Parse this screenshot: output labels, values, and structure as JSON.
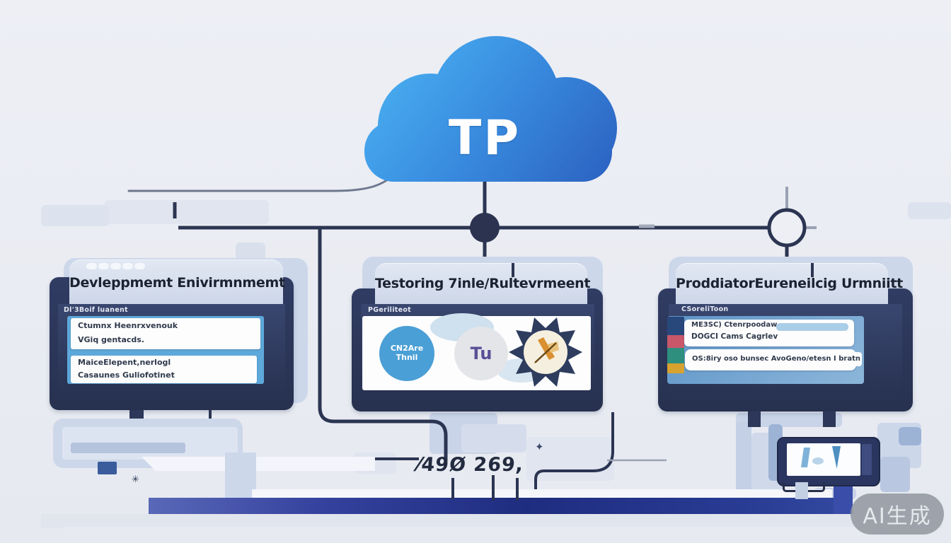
{
  "colors": {
    "background": "#e9ecf2",
    "cloud_top": "#45aaf0",
    "cloud_bottom": "#2d6cc9",
    "monitor_frame": "#2b3557",
    "header_light": "#ccd6e9",
    "accent_sky_blue": "#5ea9db",
    "connector_dark": "#2b3552",
    "bottom_bar_blue": "#1f2d80",
    "watermark_gray": "#969ba1"
  },
  "cloud": {
    "label": "TP"
  },
  "connector_number": "⁄49Ø 269,",
  "watermark": "AI生成",
  "icons": {
    "sparkle": "✦",
    "asterisk": "✳"
  },
  "panels": [
    {
      "title": "Devleppmemt Enivirmnmemt",
      "screen_label": "Dl'3Boif luanent",
      "cards": [
        {
          "lines": [
            "Ctumnx Heenrxvenouk",
            "VGiq gentacds."
          ]
        },
        {
          "lines": [
            "MaiceElepent,nerlogl",
            "Casaunes Guliofotinet"
          ]
        }
      ]
    },
    {
      "title": "Testoring 7inle/Rultevrmeent",
      "screen_label": "PGeriliteot",
      "badges": {
        "badge1_line1": "CN2Are",
        "badge1_line2": "Thnil",
        "badge2": "Tu"
      }
    },
    {
      "title": "ProddiatorEureneilcig Urmniitt",
      "screen_label": "CSoreliToon",
      "rows": [
        "ME3SC) Ctenrpoodaw",
        "DOGCI Cams Cagrlev",
        "OS:8iry oso bunsec AvoGeno/etesn I bratn"
      ]
    }
  ]
}
